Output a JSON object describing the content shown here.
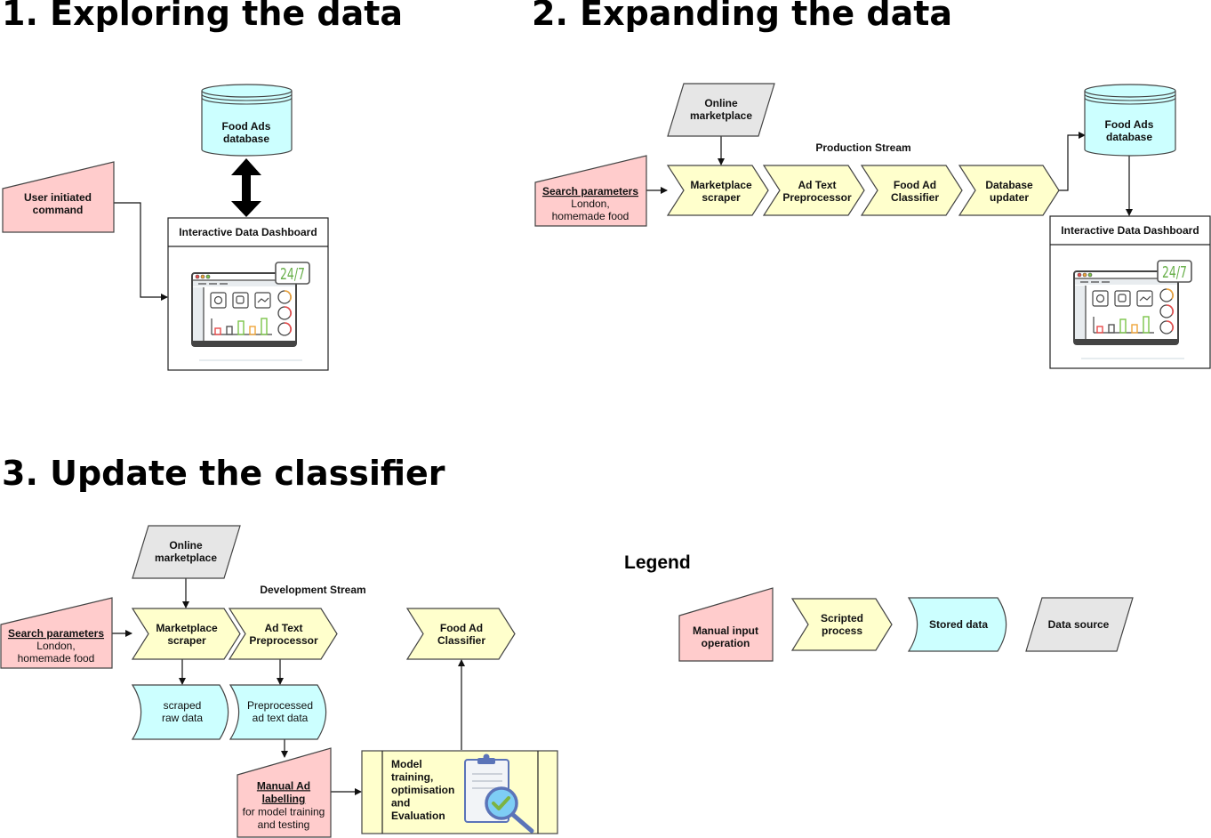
{
  "sections": {
    "exploring": {
      "title": "1. Exploring the data",
      "user_command": [
        "User initiated",
        "command"
      ],
      "database": [
        "Food Ads",
        "database"
      ],
      "dashboard": {
        "title": "Interactive Data Dashboard",
        "badge": "24/7"
      }
    },
    "expanding": {
      "title": "2. Expanding the data",
      "online_marketplace": [
        "Online",
        "marketplace"
      ],
      "stream_label": "Production Stream",
      "search_params": {
        "heading": "Search parameters",
        "lines": [
          "London,",
          "homemade food"
        ]
      },
      "processes": [
        [
          "Marketplace",
          "scraper"
        ],
        [
          "Ad Text",
          "Preprocessor"
        ],
        [
          "Food Ad",
          "Classifier"
        ],
        [
          "Database",
          "updater"
        ]
      ],
      "database": [
        "Food Ads",
        "database"
      ],
      "dashboard": {
        "title": "Interactive Data Dashboard",
        "badge": "24/7"
      }
    },
    "update": {
      "title": "3. Update the classifier",
      "online_marketplace": [
        "Online",
        "marketplace"
      ],
      "stream_label": "Development Stream",
      "search_params": {
        "heading": "Search parameters",
        "lines": [
          "London,",
          "homemade food"
        ]
      },
      "processes": [
        [
          "Marketplace",
          "scraper"
        ],
        [
          "Ad Text",
          "Preprocessor"
        ]
      ],
      "stored": [
        [
          "scraped",
          "raw data"
        ],
        [
          "Preprocessed",
          "ad text data"
        ]
      ],
      "manual_labelling": {
        "heading": [
          "Manual Ad",
          "labelling"
        ],
        "lines": [
          "for model training",
          "and testing"
        ]
      },
      "training": [
        "Model",
        "training,",
        "optimisation",
        "and",
        "Evaluation"
      ],
      "classifier": [
        "Food Ad",
        "Classifier"
      ]
    }
  },
  "legend": {
    "title": "Legend",
    "items": [
      {
        "type": "manual",
        "label": [
          "Manual input",
          "operation"
        ],
        "color": "#ffcccc"
      },
      {
        "type": "process",
        "label": [
          "Scripted",
          "process"
        ],
        "color": "#ffffcc"
      },
      {
        "type": "stored",
        "label": [
          "Stored data"
        ],
        "color": "#ccffff"
      },
      {
        "type": "source",
        "label": [
          "Data source"
        ],
        "color": "#e6e6e6"
      }
    ]
  },
  "dashboard_icon": {
    "bar_colors": [
      "#e94b4b",
      "#555555",
      "#7cc44a",
      "#f0a53a",
      "#7cc44a"
    ],
    "badge_color": "#6ab04c"
  }
}
